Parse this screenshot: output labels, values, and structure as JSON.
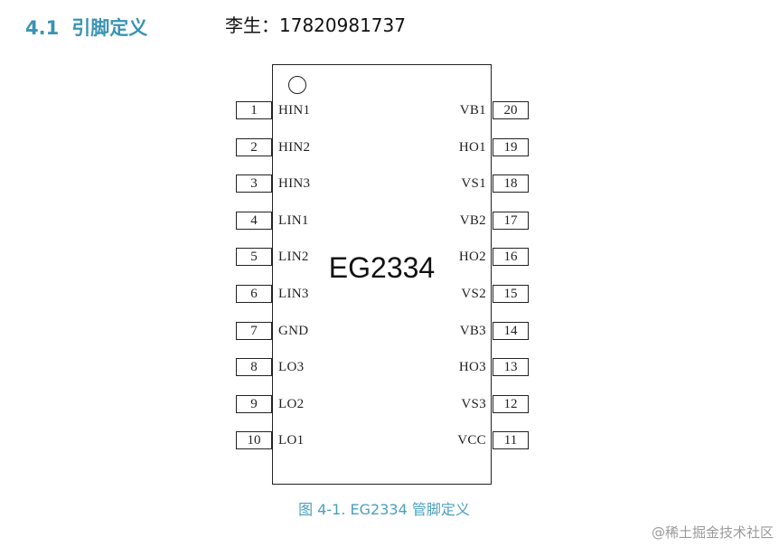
{
  "heading": {
    "number": "4.1",
    "title": "引脚定义"
  },
  "contact": "李生：17820981737",
  "chip": {
    "name": "EG2334"
  },
  "left_pins": [
    {
      "number": "1",
      "label": "HIN1"
    },
    {
      "number": "2",
      "label": "HIN2"
    },
    {
      "number": "3",
      "label": "HIN3"
    },
    {
      "number": "4",
      "label": "LIN1"
    },
    {
      "number": "5",
      "label": "LIN2"
    },
    {
      "number": "6",
      "label": "LIN3"
    },
    {
      "number": "7",
      "label": "GND"
    },
    {
      "number": "8",
      "label": "LO3"
    },
    {
      "number": "9",
      "label": "LO2"
    },
    {
      "number": "10",
      "label": "LO1"
    }
  ],
  "right_pins": [
    {
      "number": "20",
      "label": "VB1"
    },
    {
      "number": "19",
      "label": "HO1"
    },
    {
      "number": "18",
      "label": "VS1"
    },
    {
      "number": "17",
      "label": "VB2"
    },
    {
      "number": "16",
      "label": "HO2"
    },
    {
      "number": "15",
      "label": "VS2"
    },
    {
      "number": "14",
      "label": "VB3"
    },
    {
      "number": "13",
      "label": "HO3"
    },
    {
      "number": "12",
      "label": "VS3"
    },
    {
      "number": "11",
      "label": "VCC"
    }
  ],
  "caption": "图 4-1. EG2334 管脚定义",
  "watermark": "@稀土掘金技术社区",
  "colors": {
    "heading": "#3a93b4",
    "caption": "#4a9fbf",
    "watermark": "#9a9a9a"
  }
}
